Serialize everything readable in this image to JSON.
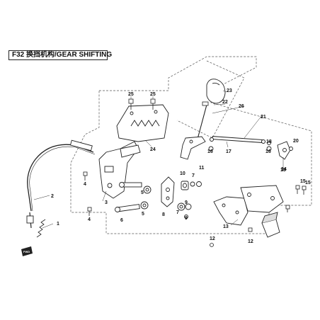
{
  "diagram": {
    "title": "F32 换挡机构/GEAR SHIFTING",
    "fwd_badge": "FWD",
    "callouts": [
      "1",
      "2",
      "3",
      "4",
      "4",
      "5",
      "5",
      "6",
      "7",
      "7",
      "8",
      "9",
      "9",
      "10",
      "11",
      "12",
      "12",
      "13",
      "14",
      "15",
      "15",
      "16",
      "16",
      "17",
      "18",
      "19",
      "20",
      "21",
      "22",
      "23",
      "24",
      "25",
      "25",
      "26"
    ]
  }
}
